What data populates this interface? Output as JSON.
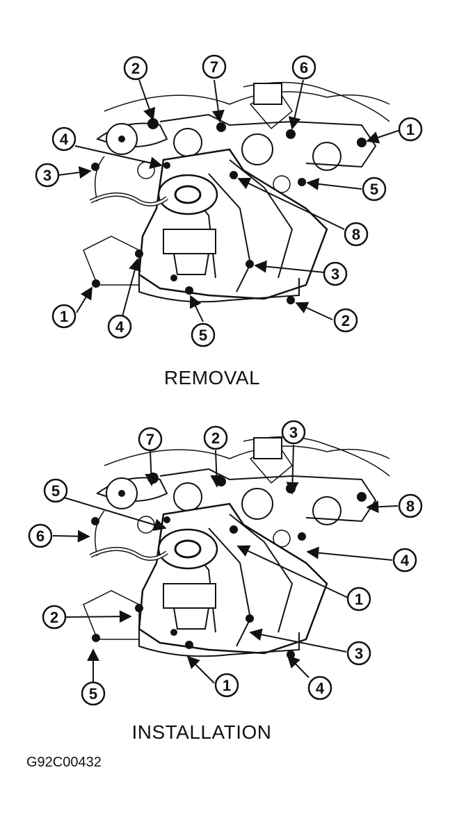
{
  "removal": {
    "caption": "REMOVAL",
    "callouts": [
      "2",
      "7",
      "6",
      "1",
      "4",
      "3",
      "5",
      "8",
      "3",
      "1",
      "4",
      "5",
      "2"
    ]
  },
  "installation": {
    "caption": "INSTALLATION",
    "callouts": [
      "7",
      "2",
      "3",
      "5",
      "8",
      "6",
      "4",
      "1",
      "2",
      "3",
      "5",
      "1",
      "4"
    ]
  },
  "figure_id": "G92C00432",
  "colors": {
    "ink": "#111111",
    "background": "#ffffff"
  }
}
